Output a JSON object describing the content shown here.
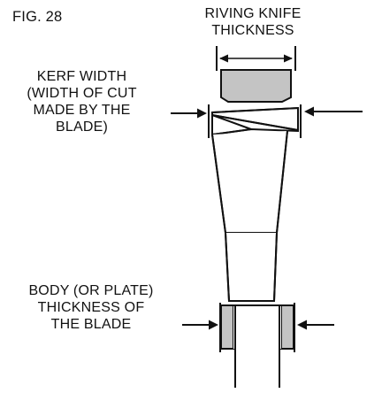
{
  "figure_label": "FIG. 28",
  "labels": {
    "riving_knife": {
      "line1": "RIVING KNIFE",
      "line2": "THICKNESS"
    },
    "kerf": {
      "line1": "KERF WIDTH",
      "line2": "(WIDTH OF CUT",
      "line3": "MADE BY THE",
      "line4": "BLADE)"
    },
    "body": {
      "line1": "BODY (OR PLATE)",
      "line2": "THICKNESS OF",
      "line3": "THE BLADE"
    }
  },
  "colors": {
    "riving_knife_fill": "#c4c4c4",
    "line_color": "#111111"
  }
}
